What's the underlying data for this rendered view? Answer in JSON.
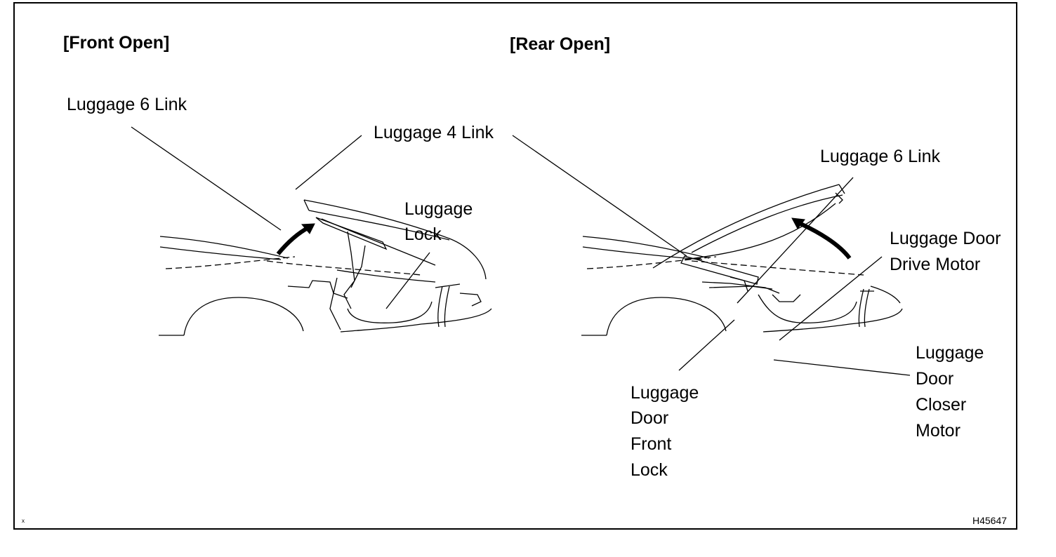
{
  "headings": {
    "front": "[Front Open]",
    "rear": "[Rear Open]"
  },
  "front_labels": {
    "luggage_6_link": "Luggage 6 Link",
    "luggage_4_link": "Luggage 4 Link",
    "luggage_lock_line1": "Luggage",
    "luggage_lock_line2": "Lock"
  },
  "rear_labels": {
    "luggage_6_link": "Luggage 6 Link",
    "drive_motor_line1": "Luggage Door",
    "drive_motor_line2": "Drive Motor",
    "closer_motor_line1": "Luggage",
    "closer_motor_line2": "Door",
    "closer_motor_line3": "Closer",
    "closer_motor_line4": "Motor",
    "front_lock_line1": "Luggage",
    "front_lock_line2": "Door",
    "front_lock_line3": "Front",
    "front_lock_line4": "Lock"
  },
  "figure_code": "H45647",
  "corner_mark": "ˣ"
}
